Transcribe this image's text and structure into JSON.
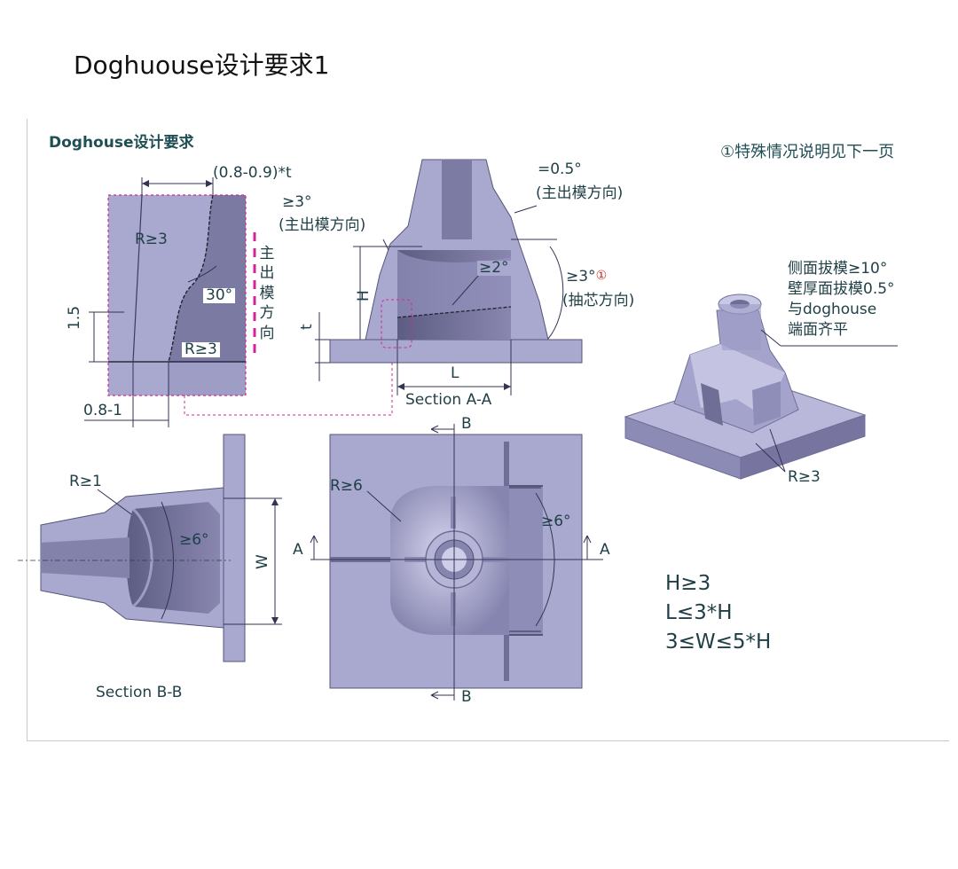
{
  "slide_title": "Doghuouse设计要求1",
  "panel": {
    "title": "Doghouse设计要求",
    "note": "①特殊情况说明见下一页"
  },
  "detail": {
    "dim_top": "(0.8-0.9)*t",
    "r_top": "R≥3",
    "angle": "30°",
    "r_bottom": "R≥3",
    "height": "1.5",
    "bottom_width": "0.8-1",
    "direction_chars": [
      "主",
      "出",
      "模",
      "方",
      "向"
    ]
  },
  "section_aa": {
    "label": "Section A-A",
    "draft_main": "≥3°",
    "draft_main_dir": "(主出模方向)",
    "top_draft": "=0.5°",
    "top_draft_dir": "(主出模方向)",
    "inner_draft": "≥2°",
    "core_draft": "≥3°",
    "core_draft_mark": "①",
    "core_dir": "(抽芯方向)",
    "h": "H",
    "t": "t",
    "l": "L"
  },
  "iso": {
    "note_lines": [
      "侧面拔模≥10°",
      "壁厚面拔模0.5°",
      "与doghouse",
      "端面齐平"
    ],
    "radius": "R≥3"
  },
  "section_bb": {
    "label": "Section B-B",
    "radius": "R≥1",
    "angle": "≥6°",
    "w": "W"
  },
  "top_view": {
    "radius": "R≥6",
    "angle": "≥6°",
    "cut_a": "A",
    "cut_b": "B"
  },
  "formulas": [
    "H≥3",
    "L≤3*H",
    "3≤W≤5*H"
  ],
  "colors": {
    "part_fill": "#9d9cc4",
    "part_dark": "#6f6e96",
    "text": "#1f3f46",
    "accent_magenta": "#d8229a",
    "red": "#d02020"
  }
}
